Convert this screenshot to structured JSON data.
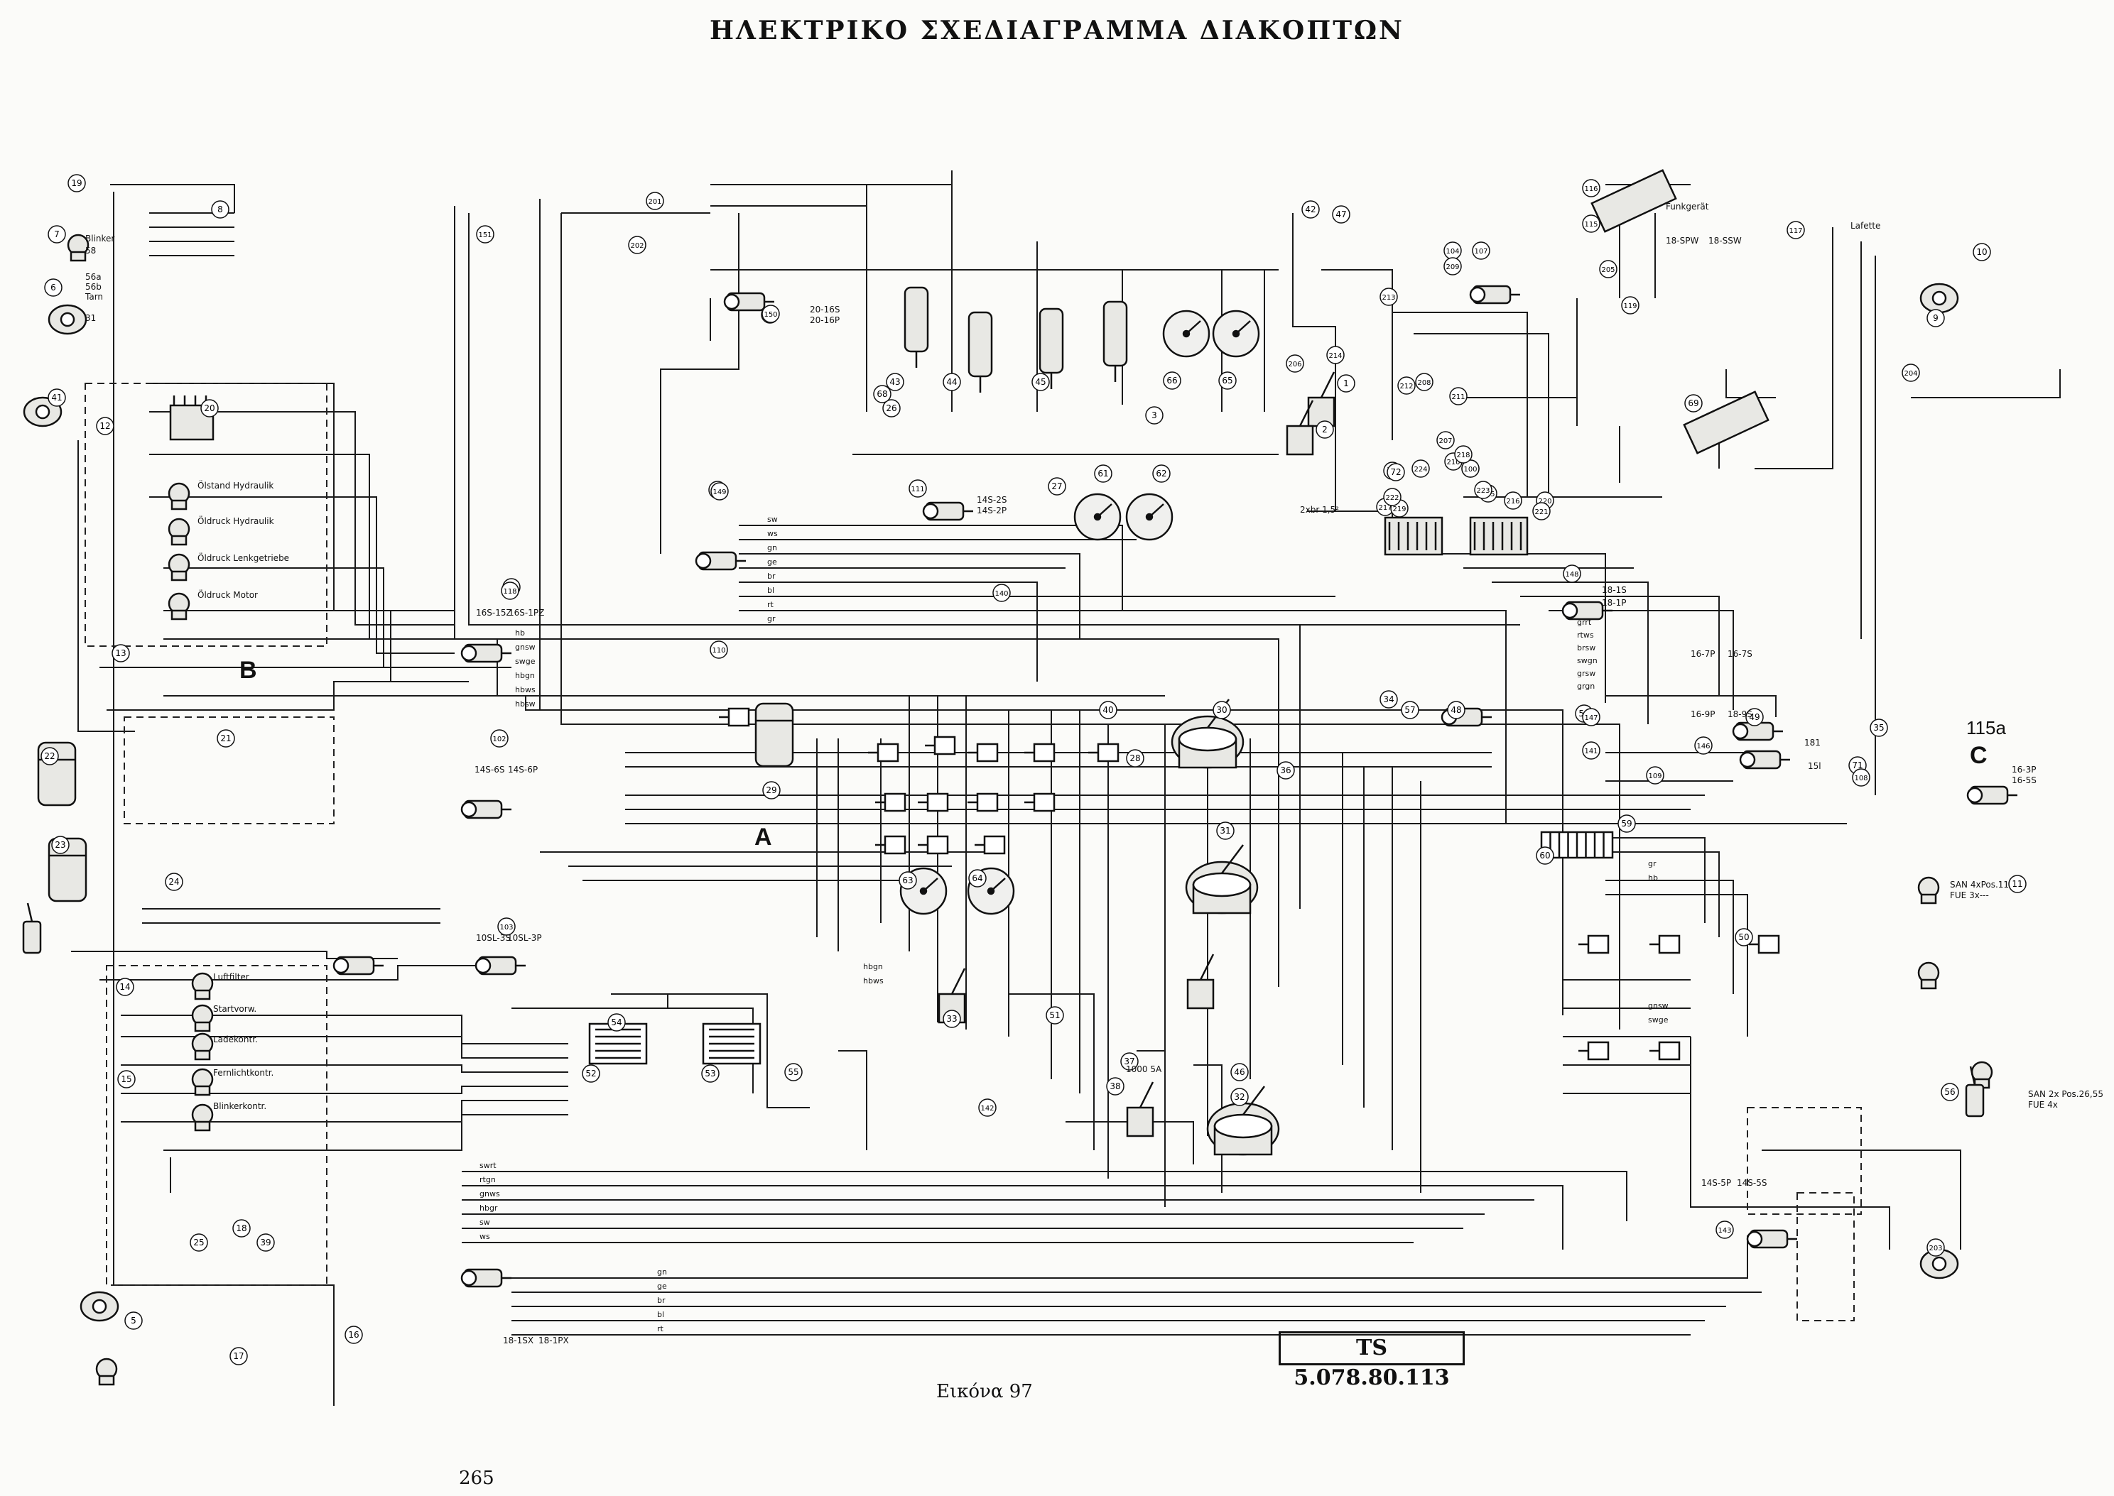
{
  "title": "ΗΛΕΚΤΡΙΚΟ ΣΧΕΔΙΑΓΡΑΜΜΑ ΔΙΑΚΟΠΤΩΝ",
  "caption": "Εικόνα 97",
  "page_number": "265",
  "reference": "TS 5.078.80.113",
  "section_labels": {
    "a": "A",
    "b": "B",
    "c": "C",
    "c_sub": "115a"
  },
  "terminal_labels": {
    "blinker": "Blinker",
    "58": "58",
    "56a": "56a",
    "56b": "56b",
    "tarn": "Tarn",
    "31": "31",
    "funkgeraet": "Funkgerät",
    "lafette": "Lafette",
    "z18ssw": "18-SSW",
    "z18spw": "18-SPW",
    "oelstand": "Ölstand Hydraulik",
    "oeldruck_h": "Öldruck Hydraulik",
    "oeldruck_l": "Öldruck Lenkgetriebe",
    "oeldruck_m": "Öldruck Motor",
    "luftfilter": "Luftfilter",
    "startvorw": "Startvorw.",
    "ladekontr": "Ladekontr.",
    "fernlicht": "Fernlichtkontr.",
    "blinkerkontr": "Blinkerkontr.",
    "san1": "SAN   4xPos.11",
    "fue1": "FUE   3x---",
    "san2": "SAN   2x Pos.26,55",
    "fue2": "FUE   4x",
    "c20_16s": "20-16S",
    "c20_16p": "20-16P",
    "c16s_15z": "16S-15Z",
    "c16s_1pz": "16S-1PZ",
    "c14s_6s": "14S-6S",
    "c14s_6p": "14S-6P",
    "c10sl_3s": "10SL-3S",
    "c10sl_3p": "10SL-3P",
    "c18_1sx": "18-1SX",
    "c18_1px": "18-1PX",
    "c16_3p": "16-3P",
    "c16_5s": "16-5S",
    "c14s_2s": "14S-2S",
    "c14s_2p": "14S-2P",
    "c18_1s": "18-1S",
    "c18_1p": "18-1P",
    "c16_7p": "16-7P",
    "c16_7s": "16-7S",
    "c16_9p": "16-9P",
    "c18_9s": "18-9S",
    "c14s_5p": "14S-5P",
    "c14s_5s": "14S-5S",
    "c181": "181",
    "c15l": "15l",
    "c2xbr": "2xbr 1,5²",
    "c1000": "1000 5A"
  },
  "component_numbers": [
    "1",
    "2",
    "3",
    "5",
    "6",
    "7",
    "8",
    "9",
    "10",
    "11",
    "12",
    "13",
    "14",
    "15",
    "16",
    "17",
    "18",
    "19",
    "20",
    "21",
    "22",
    "23",
    "24",
    "25",
    "26",
    "27",
    "28",
    "29",
    "30",
    "31",
    "32",
    "33",
    "34",
    "35",
    "36",
    "37",
    "38",
    "39",
    "40",
    "41",
    "42",
    "43",
    "44",
    "45",
    "46",
    "47",
    "48",
    "49",
    "50",
    "51",
    "52",
    "53",
    "54",
    "55",
    "56",
    "57",
    "58",
    "59",
    "60",
    "61",
    "62",
    "63",
    "64",
    "65",
    "66",
    "67",
    "68",
    "69",
    "70",
    "71",
    "72",
    "100",
    "101",
    "102",
    "103",
    "104",
    "107",
    "108",
    "109",
    "110",
    "111",
    "113",
    "114",
    "115",
    "116",
    "117",
    "118",
    "119",
    "140",
    "141",
    "142",
    "143",
    "146",
    "147",
    "148",
    "149",
    "150",
    "151",
    "201",
    "202",
    "203",
    "204",
    "205",
    "206",
    "207",
    "208",
    "209",
    "210",
    "211",
    "212",
    "213",
    "214",
    "215",
    "216",
    "217",
    "218",
    "219",
    "220",
    "221",
    "222",
    "223",
    "224"
  ],
  "wire_codes": [
    "sw",
    "ws",
    "gn",
    "ge",
    "br",
    "bl",
    "rt",
    "gr",
    "hb",
    "gnsw",
    "swge",
    "hbgn",
    "hbws",
    "hbsw",
    "grrt",
    "rtws",
    "brsw",
    "swgn",
    "grsw",
    "grgn",
    "swrt",
    "rtgn",
    "gnws",
    "hbgr"
  ]
}
